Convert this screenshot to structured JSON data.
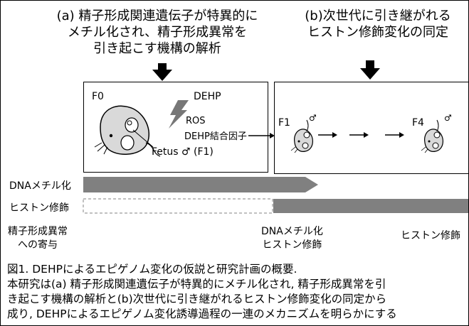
{
  "panel_a": {
    "heading_lines": [
      "(a) 精子形成関連遺伝子が特異的に",
      "メチル化され、精子形成異常を",
      "引き起こす機構の解析"
    ]
  },
  "panel_b": {
    "heading_lines": [
      "(b)次世代に引き継がれる",
      "ヒストン修飾変化の同定"
    ]
  },
  "box_a": {
    "f0_label": "F0",
    "dehp_label": "DEHP",
    "ros_label": "ROS",
    "factor_label": "DEHP結合因子",
    "fetus_label": "Fetus ♂ (F1)"
  },
  "box_b": {
    "f1_label": "F1",
    "f4_label": "F4",
    "male_symbol": "♂"
  },
  "timeline": {
    "dna_label": "DNAメチル化",
    "histone_label": "ヒストン修飾",
    "colors": {
      "bar": "#808080",
      "dashed": "#9a9a9a"
    }
  },
  "stages": {
    "left": [
      "精子形成異常",
      "への寄与"
    ],
    "middle": [
      "DNAメチル化",
      "ヒストン修飾"
    ],
    "right": "ヒストン修飾"
  },
  "caption": {
    "title": "図1. DEHPによるエピゲノム変化の仮説と研究計画の概要.",
    "lines": [
      "本研究は(a) 精子形成関連遺伝子が特異的にメチル化され, 精子形成異常を引",
      "き起こす機構の解析と(b)次世代に引き継がれるヒストン修飾変化の同定から",
      "成り, DEHPによるエピゲノム変化誘導過程の一連のメカニズムを明らかにする"
    ]
  }
}
